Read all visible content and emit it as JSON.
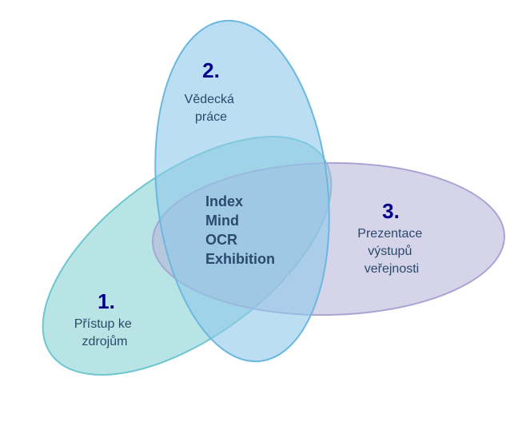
{
  "colors": {
    "set1_fill": "#9ad8dc",
    "set1_stroke": "#6cc7cf",
    "set2_fill": "#8fc8ea",
    "set2_stroke": "#6ab8df",
    "set3_fill": "#b4b0d6",
    "set3_stroke": "#a9a4d3",
    "number": "#00008b",
    "label": "#2a4a6a",
    "center": "#2b4a6d"
  },
  "sets": [
    {
      "number": "1.",
      "label_lines": [
        "Přístup ke",
        "zdrojům"
      ]
    },
    {
      "number": "2.",
      "label_lines": [
        "Vědecká",
        "práce"
      ]
    },
    {
      "number": "3.",
      "label_lines": [
        "Prezentace",
        "výstupů",
        "veřejnosti"
      ]
    }
  ],
  "center": {
    "lines": [
      "Index",
      "Mind",
      "OCR",
      "Exhibition"
    ]
  }
}
